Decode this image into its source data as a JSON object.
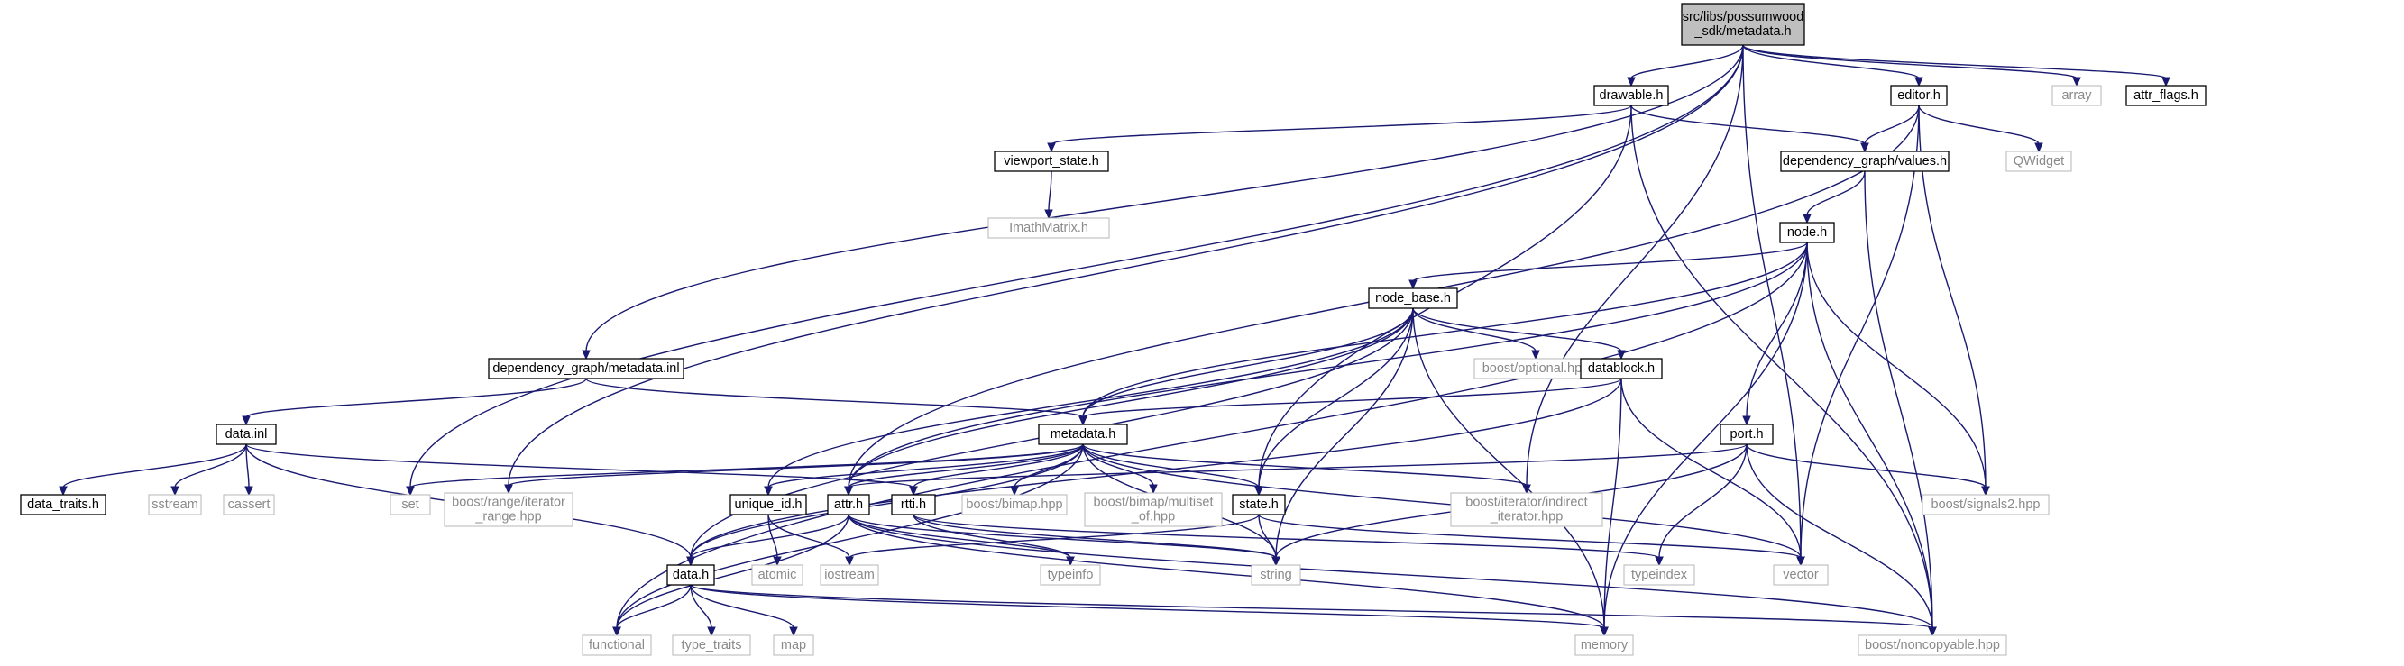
{
  "nodes": [
    {
      "id": "root",
      "label": "src/libs/possumwood\n_sdk/metadata.h",
      "kind": "root"
    },
    {
      "id": "drawable",
      "label": "drawable.h",
      "kind": "int"
    },
    {
      "id": "editor",
      "label": "editor.h",
      "kind": "int"
    },
    {
      "id": "array",
      "label": "array",
      "kind": "ext"
    },
    {
      "id": "attr_flags",
      "label": "attr_flags.h",
      "kind": "int"
    },
    {
      "id": "viewport_state",
      "label": "viewport_state.h",
      "kind": "int"
    },
    {
      "id": "dg_values",
      "label": "dependency_graph/values.h",
      "kind": "int"
    },
    {
      "id": "qwidget",
      "label": "QWidget",
      "kind": "ext"
    },
    {
      "id": "imath",
      "label": "ImathMatrix.h",
      "kind": "ext"
    },
    {
      "id": "node",
      "label": "node.h",
      "kind": "int"
    },
    {
      "id": "node_base",
      "label": "node_base.h",
      "kind": "int"
    },
    {
      "id": "dg_metadata_inl",
      "label": "dependency_graph/metadata.inl",
      "kind": "int"
    },
    {
      "id": "boost_optional",
      "label": "boost/optional.hpp",
      "kind": "ext"
    },
    {
      "id": "datablock",
      "label": "datablock.h",
      "kind": "int"
    },
    {
      "id": "data_inl",
      "label": "data.inl",
      "kind": "int"
    },
    {
      "id": "metadata",
      "label": "metadata.h",
      "kind": "int"
    },
    {
      "id": "port",
      "label": "port.h",
      "kind": "int"
    },
    {
      "id": "data_traits",
      "label": "data_traits.h",
      "kind": "int"
    },
    {
      "id": "sstream",
      "label": "sstream",
      "kind": "ext"
    },
    {
      "id": "cassert",
      "label": "cassert",
      "kind": "ext"
    },
    {
      "id": "set",
      "label": "set",
      "kind": "ext"
    },
    {
      "id": "boost_range",
      "label": "boost/range/iterator\n_range.hpp",
      "kind": "ext"
    },
    {
      "id": "unique_id",
      "label": "unique_id.h",
      "kind": "int"
    },
    {
      "id": "attr",
      "label": "attr.h",
      "kind": "int"
    },
    {
      "id": "rtti",
      "label": "rtti.h",
      "kind": "int"
    },
    {
      "id": "boost_bimap",
      "label": "boost/bimap.hpp",
      "kind": "ext"
    },
    {
      "id": "boost_multiset",
      "label": "boost/bimap/multiset\n_of.hpp",
      "kind": "ext"
    },
    {
      "id": "state",
      "label": "state.h",
      "kind": "int"
    },
    {
      "id": "boost_iter",
      "label": "boost/iterator/indirect\n_iterator.hpp",
      "kind": "ext"
    },
    {
      "id": "boost_signals2",
      "label": "boost/signals2.hpp",
      "kind": "ext"
    },
    {
      "id": "atomic",
      "label": "atomic",
      "kind": "ext"
    },
    {
      "id": "data_h",
      "label": "data.h",
      "kind": "int"
    },
    {
      "id": "iostream",
      "label": "iostream",
      "kind": "ext"
    },
    {
      "id": "typeinfo",
      "label": "typeinfo",
      "kind": "ext"
    },
    {
      "id": "string",
      "label": "string",
      "kind": "ext"
    },
    {
      "id": "typeindex",
      "label": "typeindex",
      "kind": "ext"
    },
    {
      "id": "vector",
      "label": "vector",
      "kind": "ext"
    },
    {
      "id": "functional",
      "label": "functional",
      "kind": "ext"
    },
    {
      "id": "type_traits",
      "label": "type_traits",
      "kind": "ext"
    },
    {
      "id": "map",
      "label": "map",
      "kind": "ext"
    },
    {
      "id": "memory",
      "label": "memory",
      "kind": "ext"
    },
    {
      "id": "boost_noncopyable",
      "label": "boost/noncopyable.hpp",
      "kind": "ext"
    }
  ],
  "edges": [
    [
      "root",
      "drawable"
    ],
    [
      "root",
      "editor"
    ],
    [
      "root",
      "array"
    ],
    [
      "root",
      "attr_flags"
    ],
    [
      "root",
      "set"
    ],
    [
      "root",
      "boost_range"
    ],
    [
      "root",
      "dg_metadata_inl"
    ],
    [
      "root",
      "boost_iter"
    ],
    [
      "root",
      "vector"
    ],
    [
      "drawable",
      "viewport_state"
    ],
    [
      "drawable",
      "dg_values"
    ],
    [
      "drawable",
      "state"
    ],
    [
      "drawable",
      "boost_noncopyable"
    ],
    [
      "viewport_state",
      "imath"
    ],
    [
      "editor",
      "dg_values"
    ],
    [
      "editor",
      "qwidget"
    ],
    [
      "editor",
      "attr"
    ],
    [
      "editor",
      "boost_signals2"
    ],
    [
      "editor",
      "vector"
    ],
    [
      "dg_values",
      "node"
    ],
    [
      "dg_values",
      "boost_noncopyable"
    ],
    [
      "node",
      "node_base"
    ],
    [
      "node",
      "metadata"
    ],
    [
      "node",
      "attr"
    ],
    [
      "node",
      "port"
    ],
    [
      "node",
      "functional"
    ],
    [
      "node",
      "boost_signals2"
    ],
    [
      "node",
      "boost_noncopyable"
    ],
    [
      "node",
      "memory"
    ],
    [
      "node_base",
      "boost_optional"
    ],
    [
      "node_base",
      "datablock"
    ],
    [
      "node_base",
      "metadata"
    ],
    [
      "node_base",
      "state"
    ],
    [
      "node_base",
      "data_h"
    ],
    [
      "node_base",
      "string"
    ],
    [
      "node_base",
      "memory"
    ],
    [
      "node_base",
      "unique_id"
    ],
    [
      "node_base",
      "attr"
    ],
    [
      "dg_metadata_inl",
      "data_inl"
    ],
    [
      "dg_metadata_inl",
      "metadata"
    ],
    [
      "datablock",
      "metadata"
    ],
    [
      "datablock",
      "data_h"
    ],
    [
      "datablock",
      "vector"
    ],
    [
      "datablock",
      "memory"
    ],
    [
      "data_inl",
      "data_traits"
    ],
    [
      "data_inl",
      "sstream"
    ],
    [
      "data_inl",
      "cassert"
    ],
    [
      "data_inl",
      "data_h"
    ],
    [
      "data_inl",
      "rtti"
    ],
    [
      "metadata",
      "set"
    ],
    [
      "metadata",
      "boost_range"
    ],
    [
      "metadata",
      "unique_id"
    ],
    [
      "metadata",
      "attr"
    ],
    [
      "metadata",
      "rtti"
    ],
    [
      "metadata",
      "boost_bimap"
    ],
    [
      "metadata",
      "boost_multiset"
    ],
    [
      "metadata",
      "state"
    ],
    [
      "metadata",
      "boost_iter"
    ],
    [
      "metadata",
      "string"
    ],
    [
      "metadata",
      "vector"
    ],
    [
      "metadata",
      "data_h"
    ],
    [
      "metadata",
      "functional"
    ],
    [
      "port",
      "attr"
    ],
    [
      "port",
      "boost_signals2"
    ],
    [
      "port",
      "string"
    ],
    [
      "port",
      "typeindex"
    ],
    [
      "port",
      "boost_noncopyable"
    ],
    [
      "unique_id",
      "atomic"
    ],
    [
      "unique_id",
      "iostream"
    ],
    [
      "attr",
      "data_h"
    ],
    [
      "attr",
      "typeinfo"
    ],
    [
      "attr",
      "functional"
    ],
    [
      "attr",
      "string"
    ],
    [
      "attr",
      "memory"
    ],
    [
      "attr",
      "boost_noncopyable"
    ],
    [
      "rtti",
      "typeinfo"
    ],
    [
      "rtti",
      "string"
    ],
    [
      "rtti",
      "typeindex"
    ],
    [
      "state",
      "iostream"
    ],
    [
      "state",
      "string"
    ],
    [
      "state",
      "vector"
    ],
    [
      "data_h",
      "functional"
    ],
    [
      "data_h",
      "type_traits"
    ],
    [
      "data_h",
      "map"
    ],
    [
      "data_h",
      "memory"
    ],
    [
      "data_h",
      "boost_noncopyable"
    ]
  ]
}
